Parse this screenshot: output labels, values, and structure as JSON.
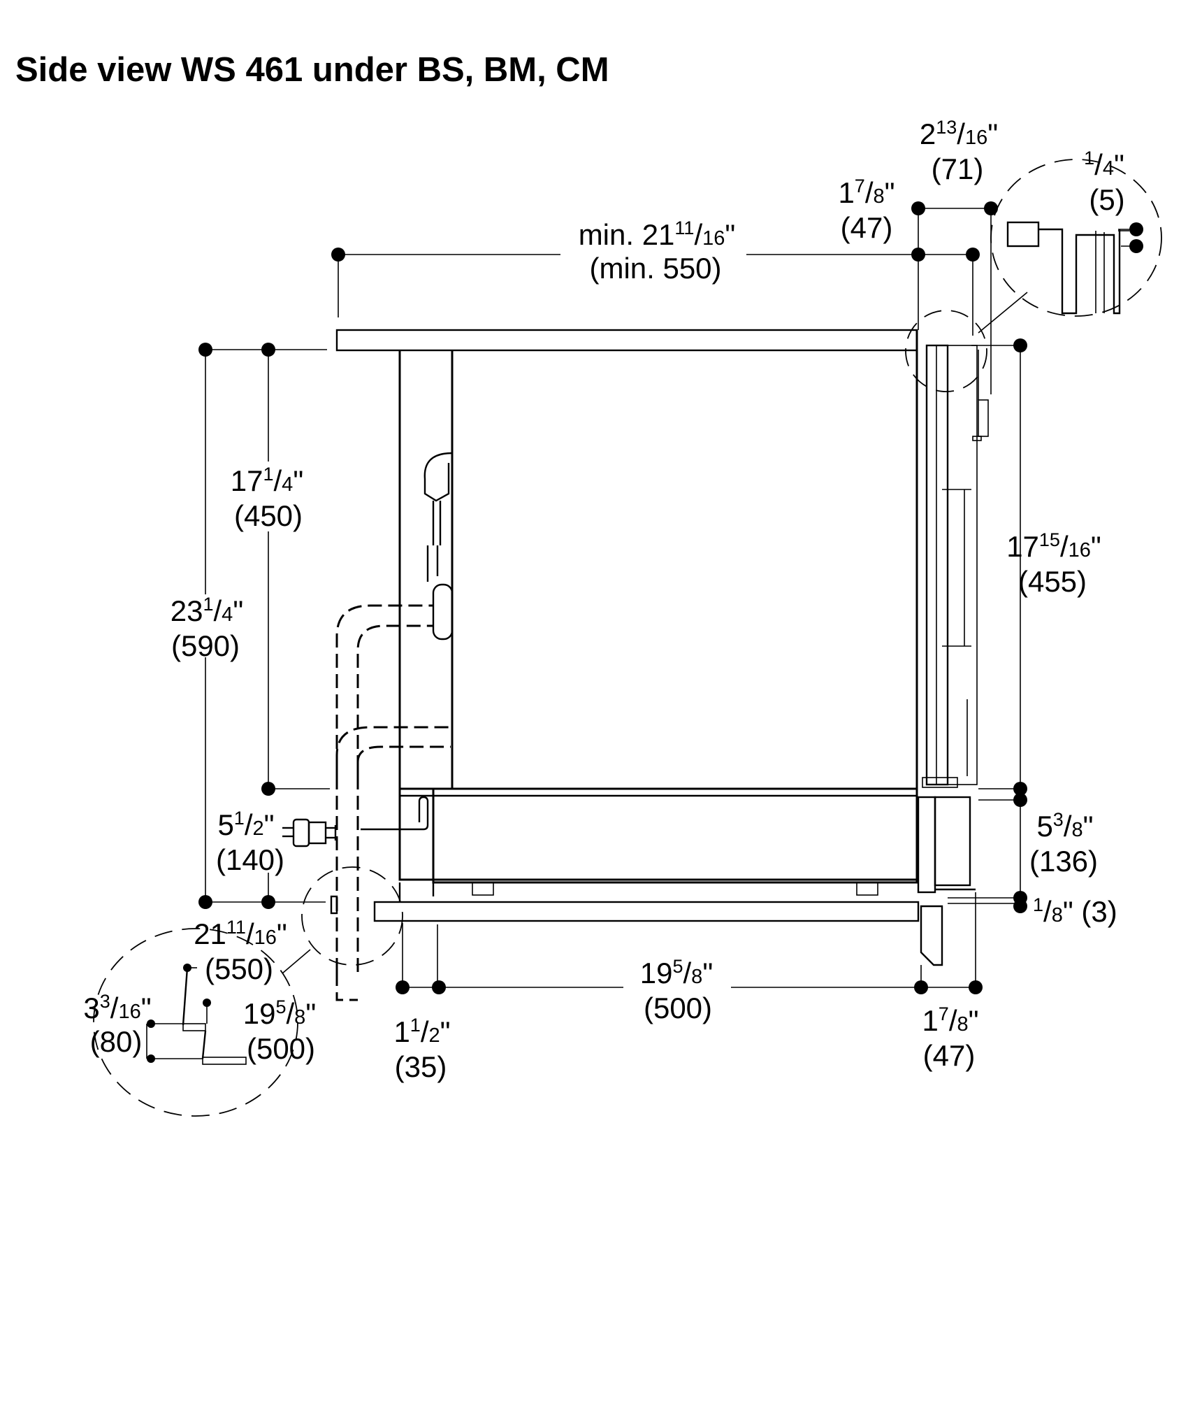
{
  "title": "Side view WS 461 under BS, BM, CM",
  "dimensions": {
    "top_width": {
      "prefix": "min. ",
      "whole": "21",
      "num": "11",
      "den": "16",
      "metric": "(min. 550)"
    },
    "top_right_71": {
      "whole": "2",
      "num": "13",
      "den": "16",
      "metric": "(71)"
    },
    "top_right_47": {
      "whole": "1",
      "num": "7",
      "den": "8",
      "metric": "(47)"
    },
    "detail_5": {
      "whole": "",
      "num": "1",
      "den": "4",
      "metric": "(5)"
    },
    "left_450": {
      "whole": "17",
      "num": "1",
      "den": "4",
      "metric": "(450)"
    },
    "left_590": {
      "whole": "23",
      "num": "1",
      "den": "4",
      "metric": "(590)"
    },
    "left_140": {
      "whole": "5",
      "num": "1",
      "den": "2",
      "metric": "(140)"
    },
    "right_455": {
      "whole": "17",
      "num": "15",
      "den": "16",
      "metric": "(455)"
    },
    "right_136": {
      "whole": "5",
      "num": "3",
      "den": "8",
      "metric": "(136)"
    },
    "right_3": {
      "whole": "",
      "num": "1",
      "den": "8",
      "metric": "(3)"
    },
    "bottom_500": {
      "whole": "19",
      "num": "5",
      "den": "8",
      "metric": "(500)"
    },
    "bottom_35": {
      "whole": "1",
      "num": "1",
      "den": "2",
      "metric": "(35)"
    },
    "bottom_47": {
      "whole": "1",
      "num": "7",
      "den": "8",
      "metric": "(47)"
    },
    "detail_550": {
      "whole": "21",
      "num": "11",
      "den": "16",
      "metric": "(550)"
    },
    "detail_80": {
      "whole": "3",
      "num": "3",
      "den": "16",
      "metric": "(80)"
    },
    "detail_500": {
      "whole": "19",
      "num": "5",
      "den": "8",
      "metric": "(500)"
    }
  }
}
